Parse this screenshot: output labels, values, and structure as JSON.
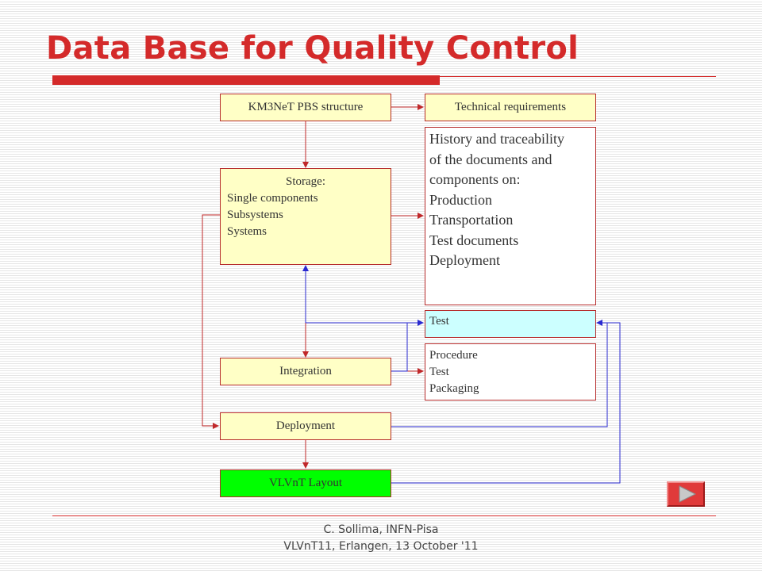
{
  "slide": {
    "title": "Data Base for Quality Control",
    "footer_line1": "C. Sollima, INFN-Pisa",
    "footer_line2": "VLVnT11, Erlangen, 13 October '11"
  },
  "diagram": {
    "pbs": "KM3NeT PBS structure",
    "tech": "Technical requirements",
    "history": [
      "History and traceability",
      "of the documents and",
      "components on:",
      "Production",
      "Transportation",
      "Test documents",
      "Deployment"
    ],
    "storage_title": "Storage:",
    "storage_items": [
      "Single components",
      "Subsystems",
      "Systems"
    ],
    "test": "Test",
    "integration": "Integration",
    "procedure": [
      "Procedure",
      "Test",
      "Packaging"
    ],
    "deployment": "Deployment",
    "layout": "VLVnT Layout"
  },
  "colors": {
    "title": "#d42a2a",
    "arrow_red": "#c0282a",
    "arrow_blue": "#2a2ad0",
    "box_yellow": "#ffffc6",
    "box_cyan": "#ccffff",
    "box_green": "#00ff00"
  },
  "icons": {
    "next_button": "play-triangle-icon"
  }
}
